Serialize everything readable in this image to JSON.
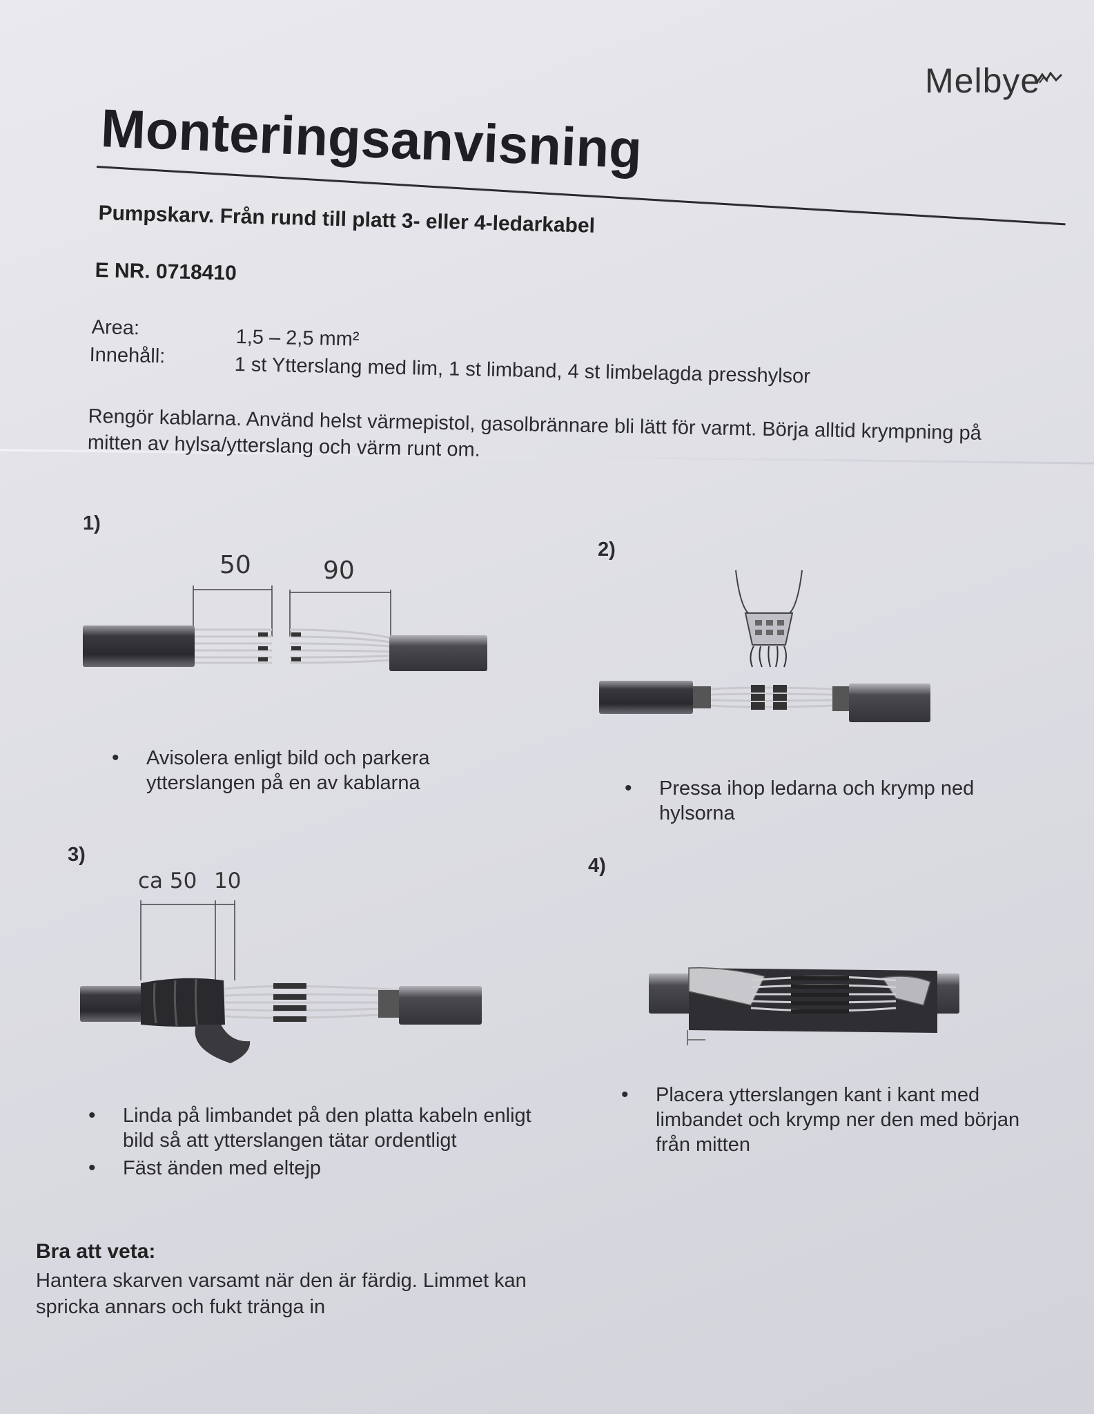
{
  "header": {
    "logo": "Melbye",
    "title": "Monteringsanvisning",
    "subtitle": "Pumpskarv. Från rund till platt 3- eller 4-ledarkabel",
    "e_nr": "E NR. 0718410"
  },
  "specs": {
    "area_label": "Area:",
    "area_value": "1,5 – 2,5 mm²",
    "content_label": "Innehåll:",
    "content_value": "1 st Ytterslang med lim, 1 st limband, 4 st limbelagda presshylsor"
  },
  "intro": {
    "text": "Rengör kablarna. Använd helst värmepistol, gasolbrännare bli lätt för varmt. Börja alltid krympning på mitten av hylsa/ytterslang och värm runt om."
  },
  "steps": [
    {
      "number": "1)",
      "dimensions": [
        "50",
        "90"
      ],
      "bullets": [
        "Avisolera enligt bild och parkera ytterslangen på en av kablarna"
      ]
    },
    {
      "number": "2)",
      "bullets": [
        "Pressa ihop ledarna och krymp ned hylsorna"
      ]
    },
    {
      "number": "3)",
      "dimensions": [
        "ca 50",
        "10"
      ],
      "bullets": [
        "Linda på limbandet på den platta kabeln enligt bild så att ytterslangen tätar ordentligt",
        "Fäst änden med eltejp"
      ]
    },
    {
      "number": "4)",
      "bullets": [
        "Placera ytterslangen kant i kant med limbandet och krymp ner den med början från mitten"
      ]
    }
  ],
  "note": {
    "title": "Bra att veta:",
    "text": "Hantera skarven varsamt när den är färdig. Limmet kan spricka annars och fukt tränga in"
  }
}
